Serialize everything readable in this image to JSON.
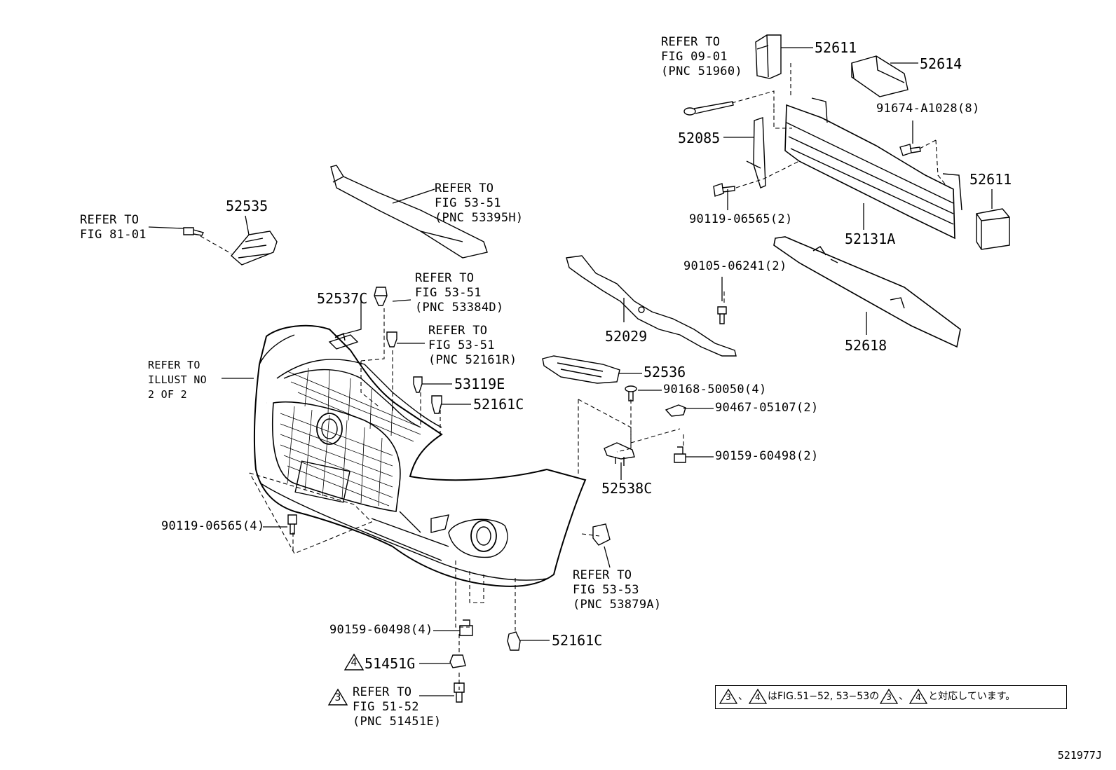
{
  "diagram": {
    "drawing_code": "521977J",
    "labels": {
      "p52611_top": "52611",
      "p52614": "52614",
      "p52611_right": "52611",
      "p91674": "91674-A1028(8)",
      "p52085": "52085",
      "p90119_top": "90119-06565(2)",
      "p52131A": "52131A",
      "p90105": "90105-06241(2)",
      "p52618": "52618",
      "p52029": "52029",
      "p52536": "52536",
      "p90168": "90168-50050(4)",
      "p90467": "90467-05107(2)",
      "p90159_right": "90159-60498(2)",
      "p52538C": "52538C",
      "p52535": "52535",
      "p52537C": "52537C",
      "p53119E": "53119E",
      "p52161C_upper": "52161C",
      "p90119_left": "90119-06565(4)",
      "p90159_bottom": "90159-60498(4)",
      "p52161C_bottom": "52161C",
      "p51451G": "51451G"
    },
    "references": {
      "ref_fig0901": "REFER TO\nFIG 09-01\n(PNC 51960)",
      "ref_53395H": "REFER TO\nFIG 53-51\n(PNC 53395H)",
      "ref_fig8101": "REFER TO\nFIG 81-01",
      "ref_53384D": "REFER TO\nFIG 53-51\n(PNC 53384D)",
      "ref_52161R": "REFER TO\nFIG 53-51\n(PNC 52161R)",
      "ref_illust": "REFER TO\nILLUST NO\n2 OF 2",
      "ref_53879A": "REFER TO\nFIG 53-53\n(PNC 53879A)",
      "ref_51451E": "REFER TO\nFIG 51-52\n(PNC 51451E)"
    },
    "markers": {
      "three": "3",
      "four": "4"
    },
    "note": {
      "sep": "、",
      "mid": "はFIG.51−52, 53−53の",
      "tail": "と対応しています。"
    }
  }
}
